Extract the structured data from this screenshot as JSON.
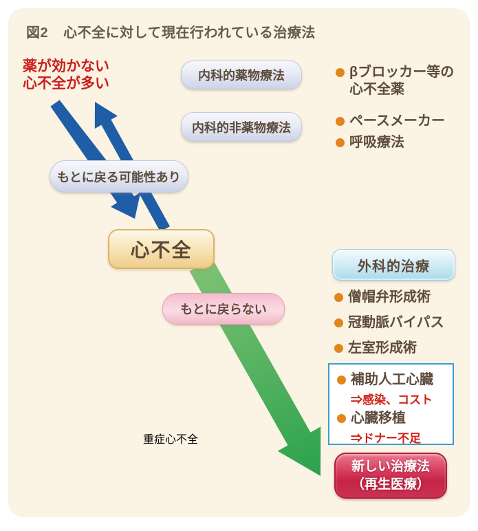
{
  "header": {
    "fig_label": "図2",
    "title": "心不全に対して現在行われている治療法"
  },
  "warning_note": {
    "line1": "薬が効かない",
    "line2": "心不全が多い"
  },
  "internal_medicine": {
    "drug_box_label": "内科的薬物療法",
    "non_drug_box_label": "内科的非薬物療法",
    "bullets": [
      {
        "line1": "βブロッカー等の",
        "line2": "心不全薬"
      },
      {
        "line1": "ペースメーカー"
      },
      {
        "line1": "呼吸療法"
      }
    ]
  },
  "flow": {
    "reversible_label": "もとに戻る可能性あり",
    "heart_failure_label": "心不全",
    "irreversible_label": "もとに戻らない",
    "severe_heart_failure_label": "重症心不全"
  },
  "surgery": {
    "box_label": "外科的治療",
    "bullets": [
      "僧帽弁形成術",
      "冠動脈バイパス",
      "左室形成術"
    ]
  },
  "advanced_options": {
    "items": [
      {
        "name": "補助人工心臓",
        "issue": "⇒感染、コスト"
      },
      {
        "name": "心臓移植",
        "issue": "⇒ドナー不足"
      }
    ]
  },
  "new_therapy": {
    "line1": "新しい治療法",
    "line2": "（再生医療）"
  },
  "colors": {
    "panel_bg": "#fbf3e3",
    "brown_text": "#5d4b3c",
    "warning_red": "#c9201d",
    "blue_arrow": "#1f5da7",
    "green_arrow_start": "#7ec272",
    "green_arrow_end": "#2ba24e",
    "bullet_orange": "#e2851b",
    "assist_border_blue": "#3f9ecf",
    "new_therapy_red": "#c42445",
    "severe_orange": "#ee8d07"
  }
}
